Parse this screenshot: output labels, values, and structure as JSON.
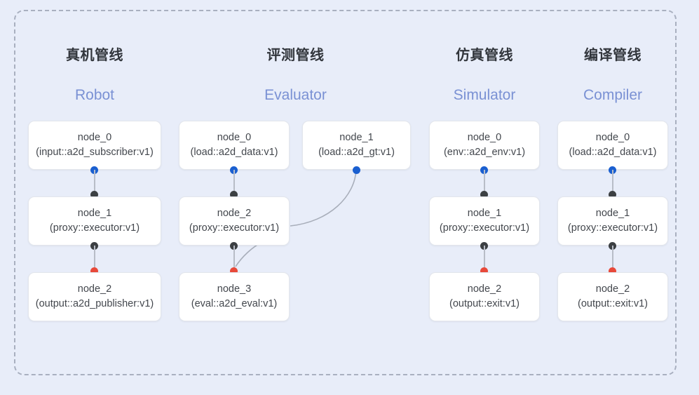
{
  "diagram": {
    "background_color": "#e8edf9",
    "frame_border_color": "#a9b0c0",
    "accent_title_color": "#7a91d4",
    "port_colors": {
      "input": "#1a5fd0",
      "internal": "#3c4043",
      "output": "#e8493a"
    }
  },
  "columns": [
    {
      "id": "robot",
      "title_cn": "真机管线",
      "title_en": "Robot",
      "nodes": [
        {
          "name": "node_0",
          "type": "(input::a2d_subscriber:v1)"
        },
        {
          "name": "node_1",
          "type": "(proxy::executor:v1)"
        },
        {
          "name": "node_2",
          "type": "(output::a2d_publisher:v1)"
        }
      ]
    },
    {
      "id": "evaluator",
      "title_cn": "评测管线",
      "title_en": "Evaluator",
      "nodes": [
        {
          "name": "node_0",
          "type": "(load::a2d_data:v1)"
        },
        {
          "name": "node_2",
          "type": "(proxy::executor:v1)"
        },
        {
          "name": "node_3",
          "type": "(eval::a2d_eval:v1)"
        }
      ],
      "side_nodes": [
        {
          "name": "node_1",
          "type": "(load::a2d_gt:v1)"
        }
      ]
    },
    {
      "id": "simulator",
      "title_cn": "仿真管线",
      "title_en": "Simulator",
      "nodes": [
        {
          "name": "node_0",
          "type": "(env::a2d_env:v1)"
        },
        {
          "name": "node_1",
          "type": "(proxy::executor:v1)"
        },
        {
          "name": "node_2",
          "type": "(output::exit:v1)"
        }
      ]
    },
    {
      "id": "compiler",
      "title_cn": "编译管线",
      "title_en": "Compiler",
      "nodes": [
        {
          "name": "node_0",
          "type": "(load::a2d_data:v1)"
        },
        {
          "name": "node_1",
          "type": "(proxy::executor:v1)"
        },
        {
          "name": "node_2",
          "type": "(output::exit:v1)"
        }
      ]
    }
  ]
}
